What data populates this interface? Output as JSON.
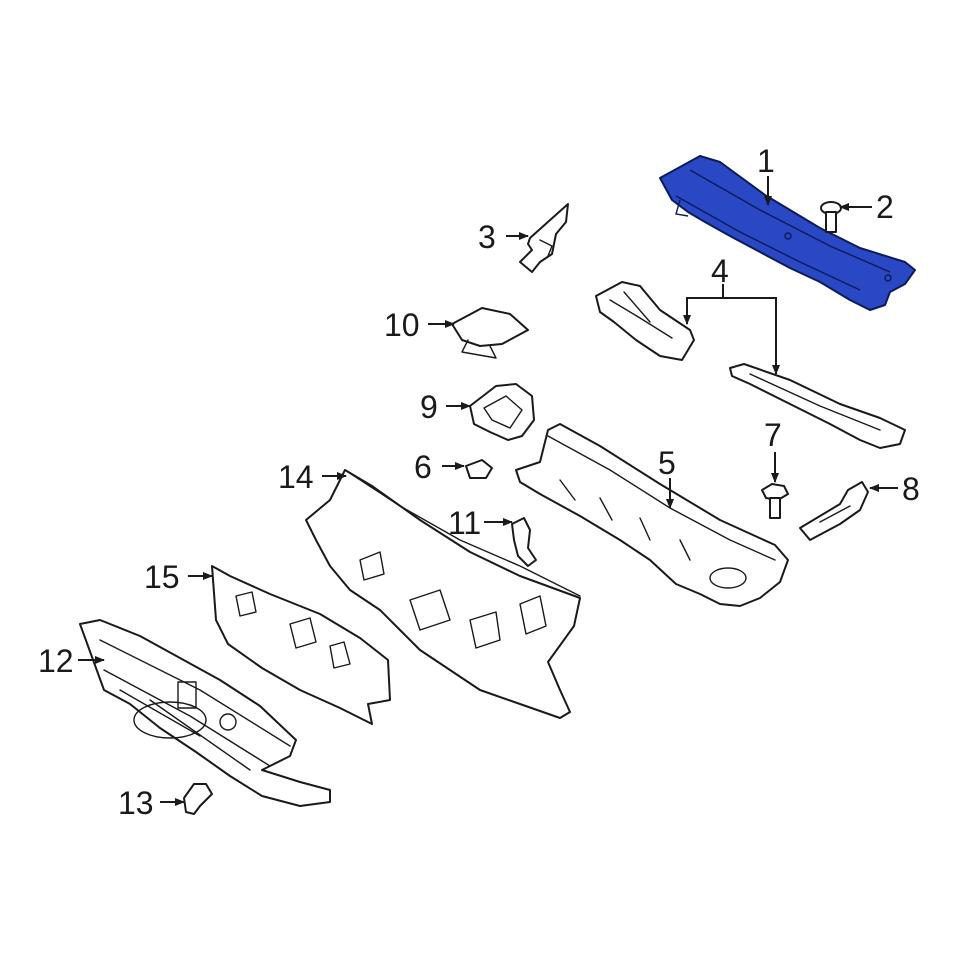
{
  "diagram": {
    "highlight_color": "#2a47c4",
    "line_color": "#1a1a1a",
    "callouts": [
      {
        "id": "c1",
        "label": "1"
      },
      {
        "id": "c2",
        "label": "2"
      },
      {
        "id": "c3",
        "label": "3"
      },
      {
        "id": "c4",
        "label": "4"
      },
      {
        "id": "c5",
        "label": "5"
      },
      {
        "id": "c6",
        "label": "6"
      },
      {
        "id": "c7",
        "label": "7"
      },
      {
        "id": "c8",
        "label": "8"
      },
      {
        "id": "c9",
        "label": "9"
      },
      {
        "id": "c10",
        "label": "10"
      },
      {
        "id": "c11",
        "label": "11"
      },
      {
        "id": "c12",
        "label": "12"
      },
      {
        "id": "c13",
        "label": "13"
      },
      {
        "id": "c14",
        "label": "14"
      },
      {
        "id": "c15",
        "label": "15"
      }
    ]
  }
}
